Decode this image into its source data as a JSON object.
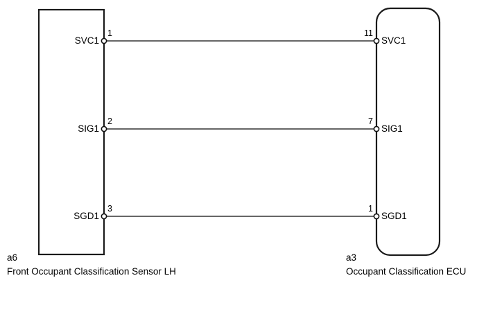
{
  "diagram": {
    "type": "wiring-diagram",
    "title": "",
    "background_color": "#ffffff",
    "line_color": "#666666",
    "box_color": "#1a1a1a",
    "left_connector": {
      "code": "a6",
      "name": "Front Occupant Classification Sensor LH",
      "shape": "rectangle",
      "terminals": [
        {
          "label": "SVC1",
          "pin": "1"
        },
        {
          "label": "SIG1",
          "pin": "2"
        },
        {
          "label": "SGD1",
          "pin": "3"
        }
      ]
    },
    "right_connector": {
      "code": "a3",
      "name": "Occupant Classification ECU",
      "shape": "rounded-rectangle",
      "terminals": [
        {
          "label": "SVC1",
          "pin": "11"
        },
        {
          "label": "SIG1",
          "pin": "7"
        },
        {
          "label": "SGD1",
          "pin": "1"
        }
      ]
    },
    "wires": [
      {
        "from": "a6-1-SVC1",
        "to": "a3-11-SVC1"
      },
      {
        "from": "a6-2-SIG1",
        "to": "a3-7-SIG1"
      },
      {
        "from": "a6-3-SGD1",
        "to": "a3-1-SGD1"
      }
    ]
  }
}
